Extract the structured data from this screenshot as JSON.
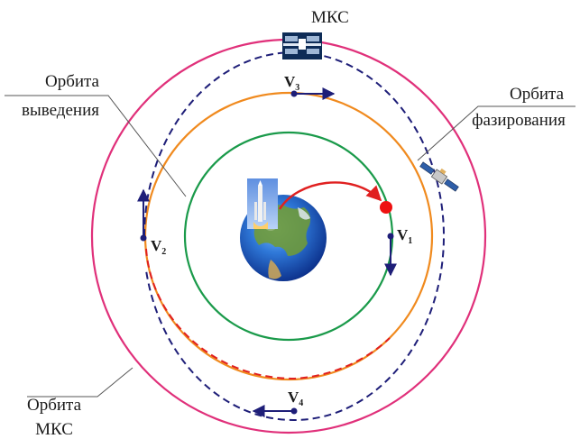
{
  "labels": {
    "iss": "МКС",
    "launch_orbit_line1": "Орбита",
    "launch_orbit_line2": "выведения",
    "phasing_orbit_line1": "Орбита",
    "phasing_orbit_line2": "фазирования",
    "iss_orbit_line1": "Орбита",
    "iss_orbit_line2": "МКС"
  },
  "velocities": [
    {
      "letter": "V",
      "index": "1"
    },
    {
      "letter": "V",
      "index": "2"
    },
    {
      "letter": "V",
      "index": "3"
    },
    {
      "letter": "V",
      "index": "4"
    }
  ],
  "icons": {
    "earth": "earth-globe-icon",
    "rocket": "rocket-launch-icon",
    "station": "space-station-icon",
    "spacecraft": "spacecraft-icon"
  },
  "colors": {
    "launch_orbit": "#1a9a4a",
    "phasing_orbit": "#f08a1e",
    "iss_orbit": "#e0307a",
    "transfer_dashed": "#1e1e78",
    "transfer_red": "#e02020",
    "vector": "#1e1e78",
    "spacecraft_dot": "#ee1111"
  }
}
